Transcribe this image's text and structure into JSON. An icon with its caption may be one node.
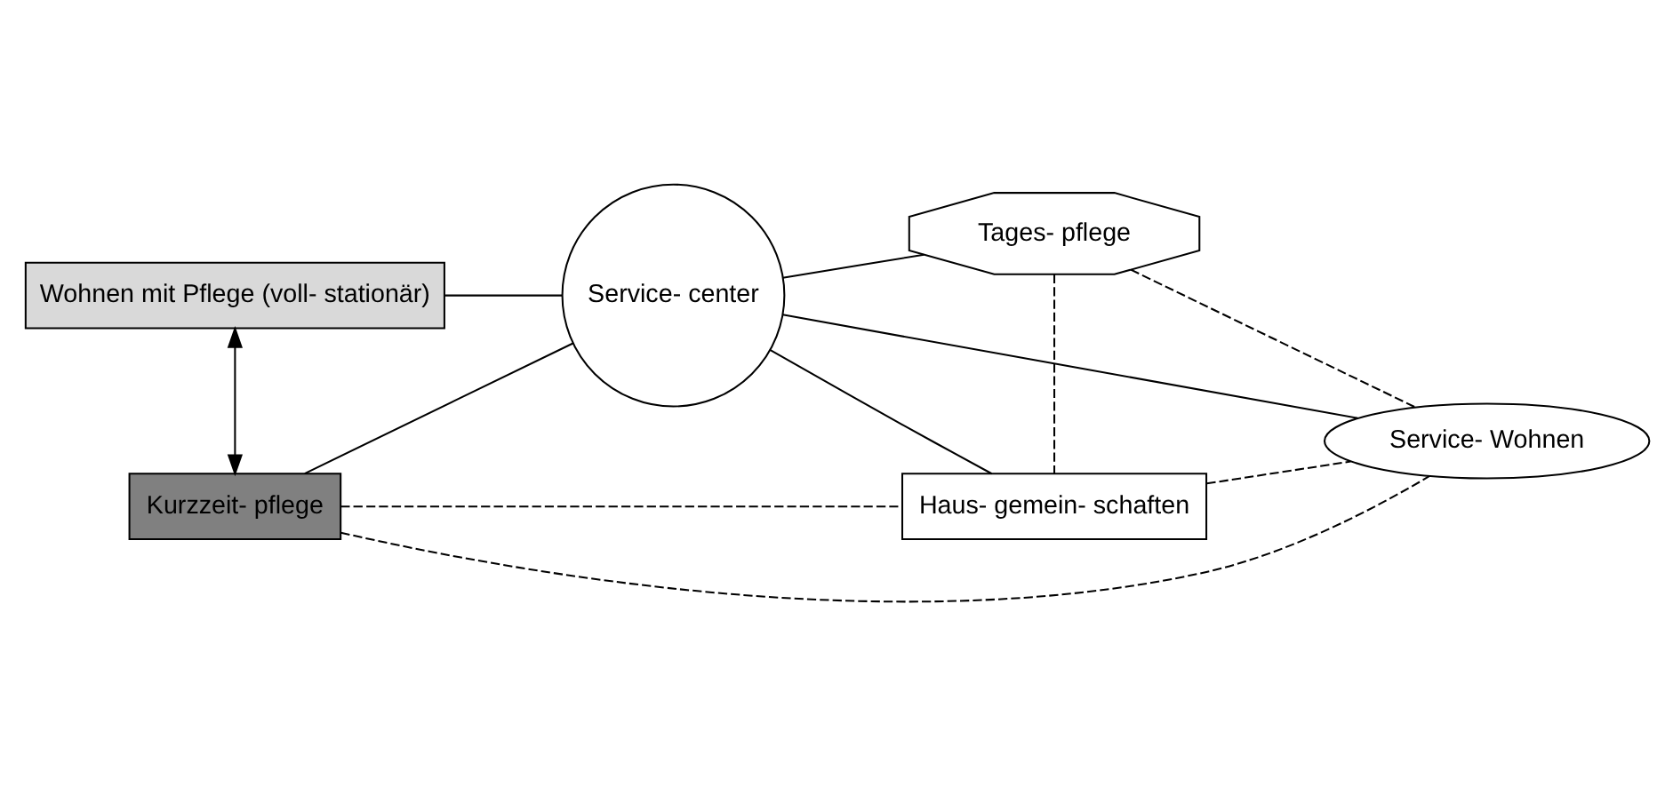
{
  "diagram": {
    "nodes": [
      {
        "text": [
          "Wohnen mit Pflege (voll- stationär)"
        ]
      },
      {
        "text": [
          "Tages- pflege"
        ]
      },
      {
        "text": [
          "Service- center"
        ]
      },
      {
        "text": [
          "Kurzzeit- pflege"
        ]
      },
      {
        "text": [
          "Haus- gemein- schaften"
        ]
      },
      {
        "text": [
          "Service- Wohnen"
        ]
      }
    ],
    "edges": [
      {
        "from": 0,
        "to": 3,
        "arrow": "both"
      },
      {
        "from": 0,
        "to": 2,
        "arrow": "none"
      },
      {
        "from": 3,
        "to": 2,
        "arrow": "none"
      },
      {
        "from": 2,
        "to": 1,
        "arrow": "none"
      },
      {
        "from": 2,
        "to": 5,
        "arrow": "none"
      },
      {
        "from": 2,
        "to": 4,
        "arrow": "none"
      },
      {
        "from": 1,
        "to": 4,
        "arrow": "none",
        "style": "dashed"
      },
      {
        "from": 1,
        "to": 5,
        "arrow": "none",
        "style": "dashed"
      },
      {
        "from": 4,
        "to": 5,
        "arrow": "none",
        "style": "dashed"
      },
      {
        "from": 3,
        "to": 4,
        "arrow": "none",
        "style": "dashed"
      },
      {
        "from": 3,
        "to": 5,
        "arrow": "none",
        "style": "dashed"
      }
    ]
  }
}
